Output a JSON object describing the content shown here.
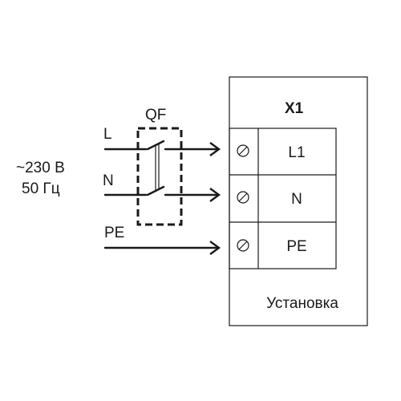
{
  "supply": {
    "voltage": "~230 В",
    "frequency": "50 Гц"
  },
  "lines": {
    "L": "L",
    "N": "N",
    "PE": "PE"
  },
  "breaker": {
    "label": "QF"
  },
  "unit": {
    "terminal_block_label": "X1",
    "name": "Установка",
    "terminals": [
      "L1",
      "N",
      "PE"
    ]
  }
}
